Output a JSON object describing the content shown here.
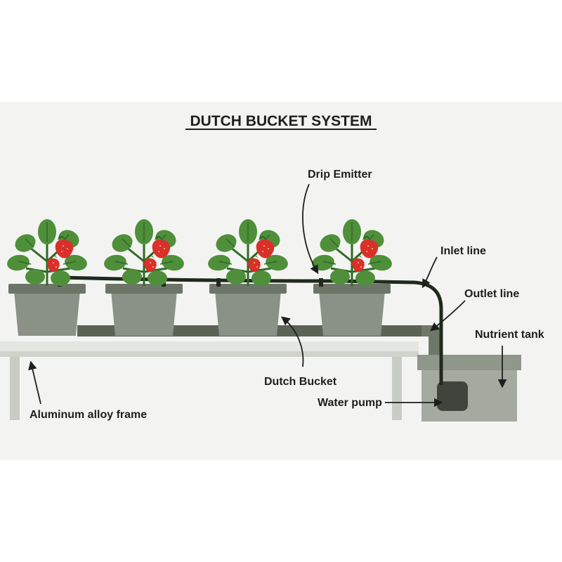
{
  "title": "DUTCH BUCKET SYSTEM",
  "labels": {
    "drip_emitter": "Drip Emitter",
    "inlet_line": "Inlet line",
    "outlet_line": "Outlet line",
    "nutrient_tank": "Nutrient tank",
    "dutch_bucket": "Dutch Bucket",
    "water_pump": "Water pump",
    "frame": "Aluminum alloy frame"
  },
  "colors": {
    "background_panel": "#f3f4f2",
    "bucket": "#8a9187",
    "bucket_rim": "#6d7569",
    "table_top": "#dfe2dd",
    "table_edge": "#c9cdc6",
    "frame_leg": "#c8ccc4",
    "tank": "#a4aa9f",
    "pump": "#3f453d",
    "tube": "#1f2a1d",
    "outlet_pipe": "#5b6357",
    "leaf": "#4f8f3a",
    "leaf_dark": "#2f6a24",
    "strawberry": "#d9302c"
  },
  "icons": [
    "strawberry-plant-icon",
    "arrow-icon"
  ]
}
